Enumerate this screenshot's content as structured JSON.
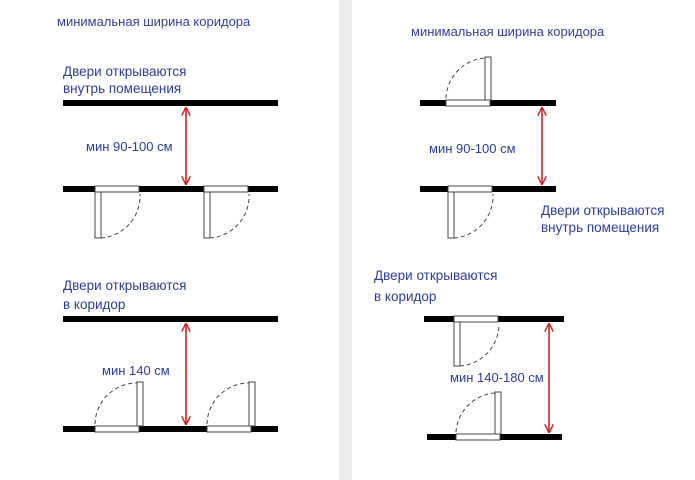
{
  "colors": {
    "wall": "#000000",
    "text": "#2c3c9c",
    "arrow": "#d42020",
    "door": "#555555",
    "page_bg": "#ececec",
    "panel_bg": "#ffffff"
  },
  "left": {
    "title": "минимальная  ширина коридора",
    "top": {
      "label_line1": "Двери открываются",
      "label_line2": "внутрь помещения",
      "measure": "мин 90-100 см"
    },
    "bottom": {
      "label_line1": "Двери открываются",
      "label_line2": "в коридор",
      "measure": "мин 140 см"
    }
  },
  "right": {
    "title": "минимальная  ширина коридора",
    "top": {
      "measure": "мин 90-100 см",
      "label_line1": "Двери открываются",
      "label_line2": "внутрь помещения"
    },
    "bottom": {
      "label_line1": "Двери открываются",
      "label_line2": "в коридор",
      "measure": "мин 140-180 см"
    }
  }
}
